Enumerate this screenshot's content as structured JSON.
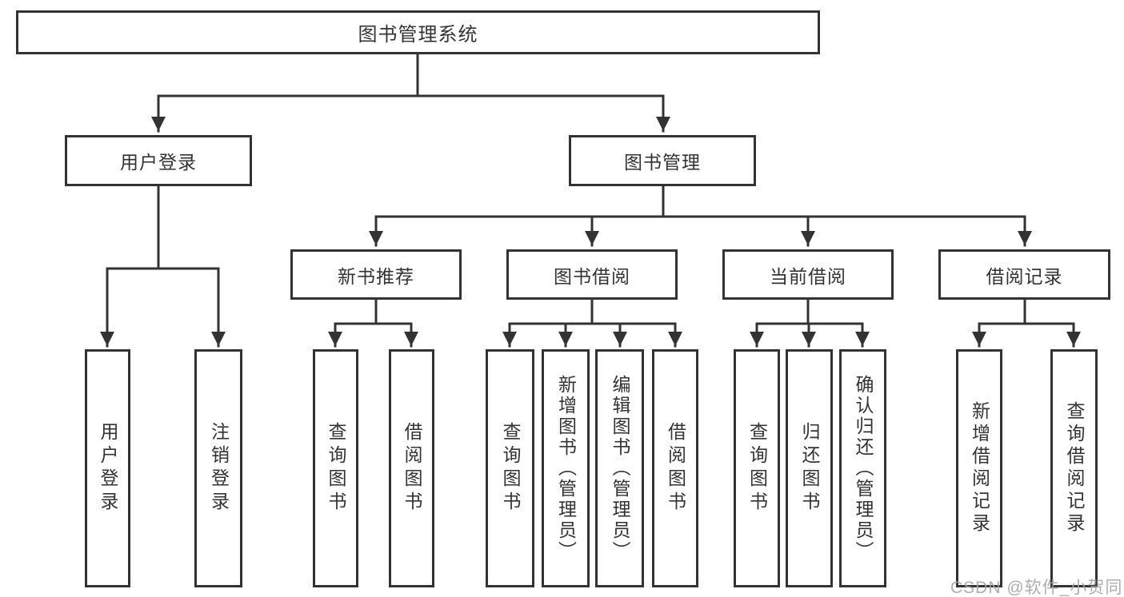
{
  "diagram": {
    "root": {
      "label": "图书管理系统"
    },
    "level2": {
      "user_login": {
        "label": "用户登录"
      },
      "book_management": {
        "label": "图书管理"
      }
    },
    "level3": {
      "new_book_recommend": {
        "label": "新书推荐"
      },
      "book_borrow": {
        "label": "图书借阅"
      },
      "current_borrow": {
        "label": "当前借阅"
      },
      "borrow_records": {
        "label": "借阅记录"
      }
    },
    "leaves": {
      "user_login": {
        "label": "用户登录"
      },
      "logout": {
        "label": "注销登录"
      },
      "nbr_query_book": {
        "label": "查询图书"
      },
      "nbr_borrow_book": {
        "label": "借阅图书"
      },
      "bb_query_book": {
        "label": "查询图书"
      },
      "bb_add_book": {
        "label": "新增图书（管理员）"
      },
      "bb_edit_book": {
        "label": "编辑图书（管理员）"
      },
      "bb_borrow_book": {
        "label": "借阅图书"
      },
      "cb_query_book": {
        "label": "查询图书"
      },
      "cb_return_book": {
        "label": "归还图书"
      },
      "cb_confirm_return": {
        "label": "确认归还（管理员）"
      },
      "br_add_record": {
        "label": "新增借阅记录"
      },
      "br_query_record": {
        "label": "查询借阅记录"
      }
    }
  },
  "watermark": {
    "text": "CSDN @软件_小贺同学"
  },
  "colors": {
    "line": "#333333",
    "box_border": "#333333",
    "text": "#333333",
    "watermark_text": "#a5a5a5",
    "background": "#ffffff"
  }
}
